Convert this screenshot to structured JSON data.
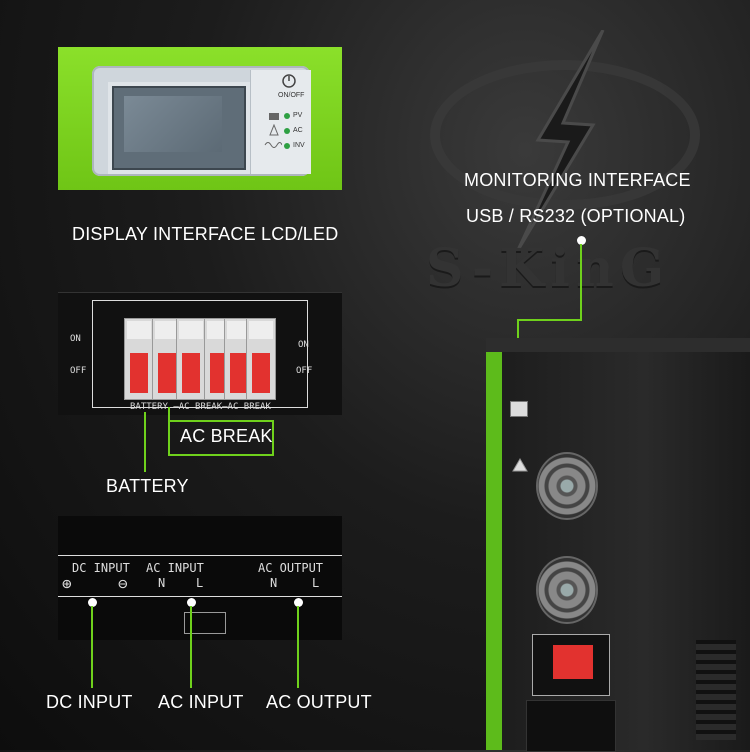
{
  "brand": {
    "logo_text": "S-KinG"
  },
  "labels": {
    "display": "DISPLAY INTERFACE  LCD/LED",
    "monitoring_line1": "MONITORING INTERFACE",
    "monitoring_line2": "USB / RS232 (OPTIONAL)",
    "ac_break": "AC BREAK",
    "battery": "BATTERY",
    "dc_input": "DC INPUT",
    "ac_input": "AC INPUT",
    "ac_output": "AC OUTPUT"
  },
  "display_panel": {
    "on_off": "ON/OFF",
    "pv": "PV",
    "ac": "AC",
    "inv": "INV"
  },
  "breaker_panel": {
    "on": "ON",
    "off": "OFF",
    "strip_text": "BATTERY —AC BREAK—AC BREAK"
  },
  "terminal_panel": {
    "dc_input": "DC INPUT",
    "ac_input": "AC INPUT",
    "ac_output": "AC OUTPUT",
    "plus": "⊕",
    "minus": "⊖",
    "n": "N",
    "l": "L"
  },
  "colors": {
    "accent_green": "#6fd11c",
    "breaker_red": "#e2322f"
  },
  "icons": [
    "lightning-bolt-icon",
    "power-icon",
    "solar-panel-icon",
    "tower-icon",
    "ac-wave-icon",
    "warning-icon"
  ]
}
